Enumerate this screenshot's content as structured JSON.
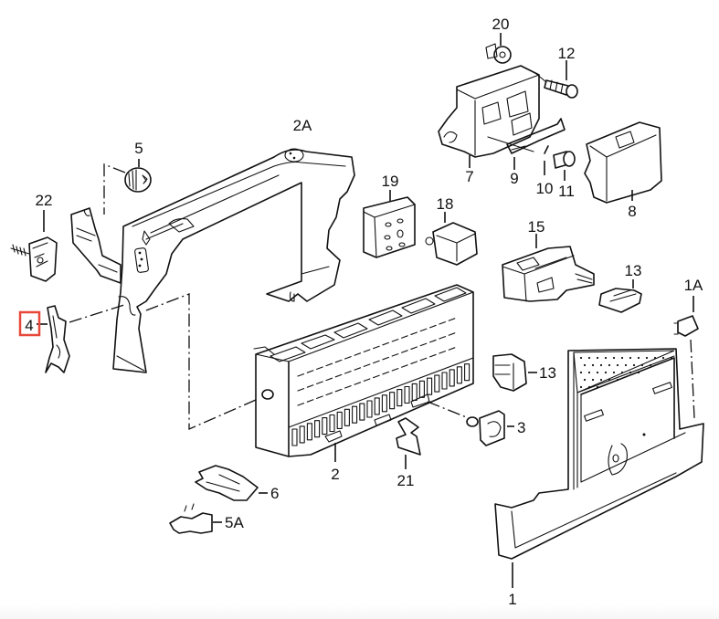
{
  "diagram": {
    "title": "Central electrics / relay panel exploded parts view",
    "highlighted_part": "4",
    "highlight_color": "#e8483a",
    "callouts": [
      {
        "id": "20",
        "label": "20"
      },
      {
        "id": "12",
        "label": "12"
      },
      {
        "id": "2A",
        "label": "2A"
      },
      {
        "id": "5",
        "label": "5"
      },
      {
        "id": "7",
        "label": "7"
      },
      {
        "id": "9",
        "label": "9"
      },
      {
        "id": "10",
        "label": "10"
      },
      {
        "id": "11",
        "label": "11"
      },
      {
        "id": "8",
        "label": "8"
      },
      {
        "id": "22",
        "label": "22"
      },
      {
        "id": "19",
        "label": "19"
      },
      {
        "id": "18",
        "label": "18"
      },
      {
        "id": "15",
        "label": "15"
      },
      {
        "id": "13a",
        "label": "13"
      },
      {
        "id": "1A",
        "label": "1A"
      },
      {
        "id": "4",
        "label": "4"
      },
      {
        "id": "13b",
        "label": "13"
      },
      {
        "id": "3",
        "label": "3"
      },
      {
        "id": "2",
        "label": "2"
      },
      {
        "id": "21",
        "label": "21"
      },
      {
        "id": "6",
        "label": "6"
      },
      {
        "id": "5A",
        "label": "5A"
      },
      {
        "id": "1",
        "label": "1"
      }
    ]
  }
}
